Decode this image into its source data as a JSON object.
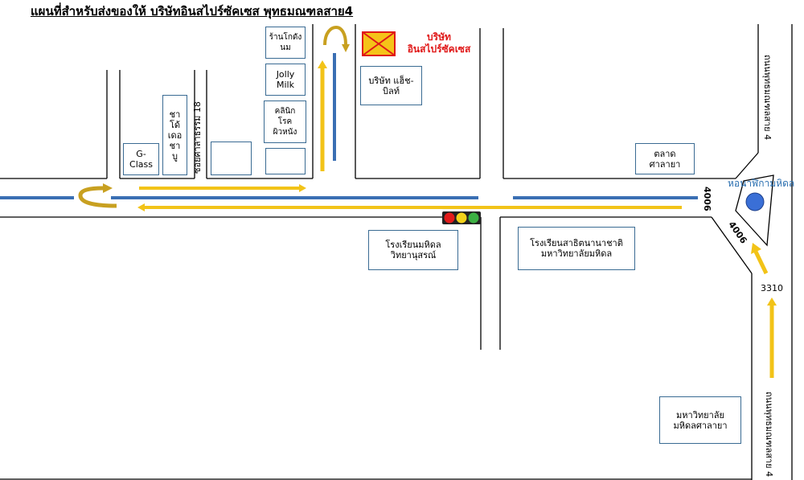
{
  "title": "แผนที่สำหรับส่งของให้ บริษัทอินสไปร์ซัคเซส พุทธมณฑลสาย4",
  "labels": {
    "g_class": "G-Class",
    "cha_dee": "ชา\nโด้\nเดอ\nชา\nบู",
    "soi": "ซอยศาลาธรรม 18",
    "milk_shop": "ร้านโกดัง\nนม",
    "jolly_milk": "Jolly\nMilk",
    "skin_clinic": "คลินิก\nโรค\nผิวหนัง",
    "company_target": "บริษัท\nอินสไปร์ซัคเซส",
    "hch_company": "บริษัท แฮ็ช-\nบิลท์",
    "market": "ตลาด\nศาลายา",
    "clock_tower": "หอนาฬิกามหิดล",
    "road_4006_a": "4006",
    "road_4006_b": "4006",
    "road_3310": "3310",
    "school_mahidol": "โรงเรียนมหิดล\nวิทยานุสรณ์",
    "demo_school": "โรงเรียนสาธิตนานาชาติ\nมหาวิทยาลัยมหิดล",
    "university": "มหาวิทยาลัย\nมหิดลศาลายา",
    "road_p4_top": "ถนนพุทธมณฑลสาย 4",
    "road_p4_bottom": "ถนนพุทธมณฑลสาย 4"
  },
  "colors": {
    "road_line": "#3a6fb3",
    "route_arrow": "#f2c318",
    "uturn": "#c8a020",
    "red_light": "#e21b1b",
    "yellow_light": "#f2d21a",
    "green_light": "#3cb043",
    "circle": "#3a6fd6"
  }
}
